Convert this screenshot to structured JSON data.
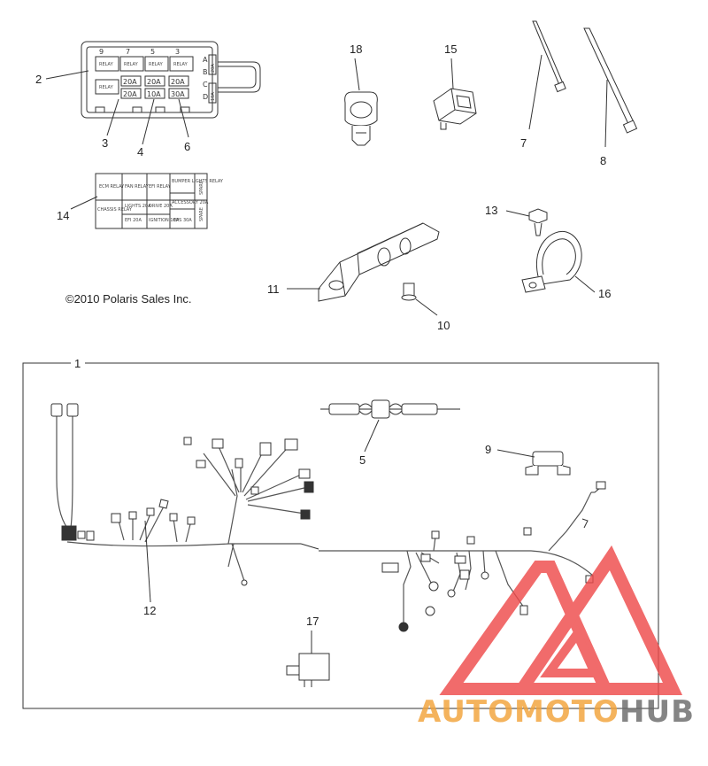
{
  "copyright": "©2010 Polaris Sales Inc.",
  "callouts": {
    "c1": "1",
    "c2": "2",
    "c3": "3",
    "c4": "4",
    "c5": "5",
    "c6": "6",
    "c7": "7",
    "c8": "8",
    "c9": "9",
    "c10": "10",
    "c11": "11",
    "c12": "12",
    "c13": "13",
    "c14": "14",
    "c15": "15",
    "c16": "16",
    "c17": "17",
    "c18": "18"
  },
  "fuse_box": {
    "top_numbers": [
      "9",
      "7",
      "5",
      "3"
    ],
    "side_letters": [
      "A",
      "B",
      "C",
      "D"
    ],
    "relay_label": "RELAY",
    "fuse_values": [
      "20A",
      "20A",
      "20A",
      "20A",
      "10A",
      "30A"
    ],
    "side_values": [
      "20A",
      "10A"
    ]
  },
  "label_card": {
    "cells": [
      "ECM RELAY",
      "FAN RELAY",
      "EFI RELAY",
      "BUMPER LIGHTS RELAY",
      "SPARE",
      "CHASSIS RELAY",
      "LIGHTS 20A",
      "DRIVE 20A",
      "ACCESSORY 20A",
      "SPARE",
      "EFI 20A",
      "IGNITION 10A",
      "EPS 30A"
    ]
  },
  "watermark": {
    "brand_a": "AUTOMOTO",
    "brand_b": "HUB",
    "color_brand_a": "#f2a33a",
    "color_brand_b": "#6b6b6b",
    "color_mark": "#ee4b4b"
  }
}
